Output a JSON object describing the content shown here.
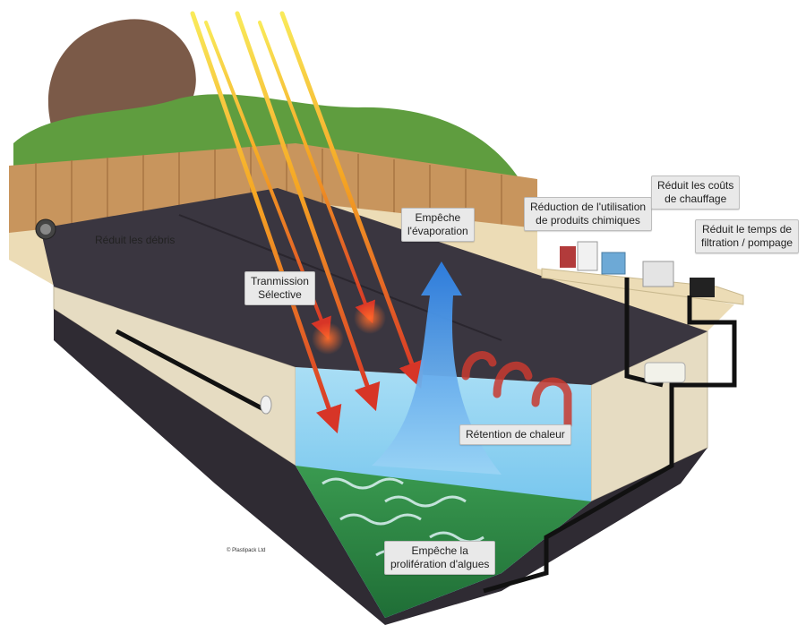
{
  "labels": {
    "debris": "Réduit les débris",
    "transmission": [
      "Tranmission",
      "Sélective"
    ],
    "evaporation": [
      "Empêche",
      "l'évaporation"
    ],
    "chemicals": [
      "Réduction de l'utilisation",
      "de produits chimiques"
    ],
    "heating": [
      "Réduit les coûts",
      "de chauffage"
    ],
    "filtration": [
      "Réduit le temps de",
      "filtration / pompage"
    ],
    "heat_retention": "Rétention de chaleur",
    "algae": [
      "Empêche la",
      "prolifération d'algues"
    ]
  },
  "copyright": "© Plastipack Ltd",
  "colors": {
    "sky_tree": "#7b5a48",
    "hedge": "#5f9d3f",
    "fence": "#c8955d",
    "deck": "#ecdcb6",
    "cover": "#3a3640",
    "water": "#8fd3f3",
    "algae_floor": "#2f8a45",
    "sun_ray": "#f7e24a",
    "heat_arrow": "#d73527",
    "vapour_arrow": "#2d7fe3"
  }
}
